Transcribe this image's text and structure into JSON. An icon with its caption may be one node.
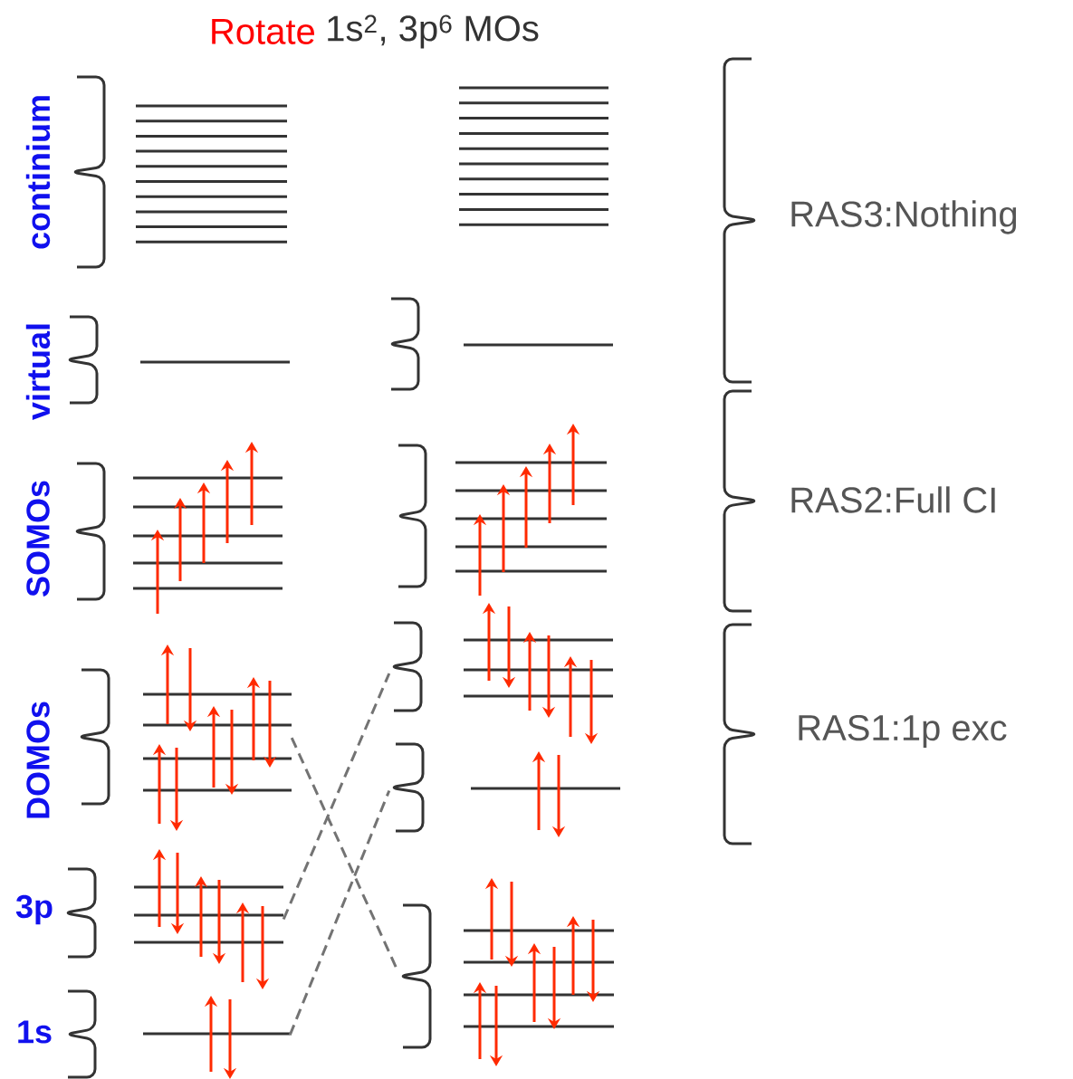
{
  "diagram": {
    "nodes": [
      {
        "text": [],
        "shape": "bar",
        "beside": [
          "continium"
        ]
      },
      {
        "text": [],
        "shape": "bar",
        "beside": [
          "virtual"
        ]
      },
      {
        "text": [],
        "shape": "bar",
        "beside": [
          "SOMOs"
        ]
      },
      {
        "text": [],
        "shape": "bar",
        "beside": [
          "DOMOs"
        ]
      },
      {
        "text": [],
        "shape": "bar",
        "beside": [
          "3p"
        ]
      },
      {
        "text": [],
        "shape": "bar",
        "beside": [
          "1s"
        ]
      },
      {
        "text": [],
        "shape": "bar"
      },
      {
        "text": [],
        "shape": "bar"
      },
      {
        "text": [],
        "shape": "bar"
      },
      {
        "text": [],
        "shape": "bar"
      },
      {
        "text": [],
        "shape": "bar"
      },
      {
        "text": [],
        "shape": "bar"
      }
    ],
    "edges": [
      {
        "from": 3,
        "to": 11,
        "arrow": "none",
        "style": "dashed"
      },
      {
        "from": 4,
        "to": 9,
        "arrow": "none",
        "style": "dashed"
      },
      {
        "from": 5,
        "to": 10,
        "arrow": "none",
        "style": "dashed"
      }
    ],
    "labels": [
      "Rotate",
      "1s$^{2}$, 3p$^{6}$ MOs",
      "RAS3:Nothing",
      "RAS2:Full CI",
      "RAS1:1p exc"
    ]
  }
}
